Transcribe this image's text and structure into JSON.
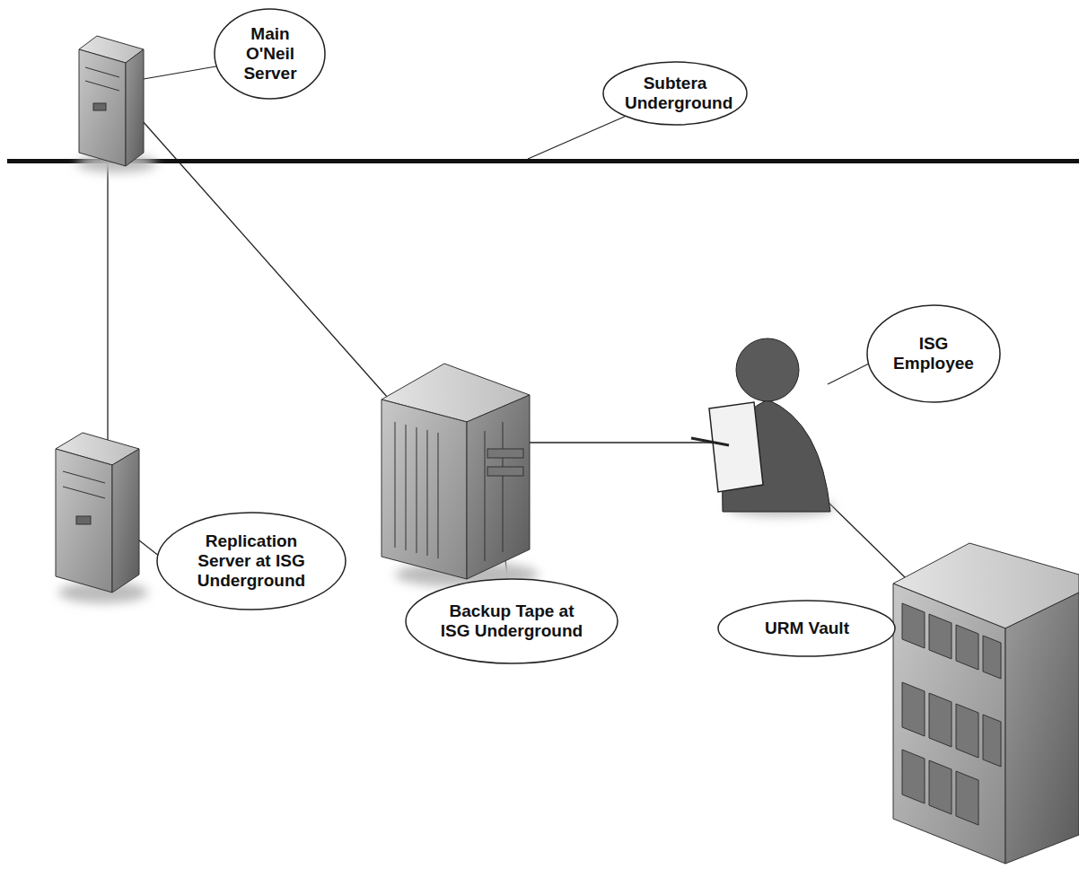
{
  "diagram": {
    "nodes": [
      {
        "text": [
          "Main O'Neil Server"
        ]
      },
      {
        "text": [
          "Subtera Underground"
        ]
      },
      {
        "text": [
          "Replication Server at ISG Underground"
        ]
      },
      {
        "text": [
          "Backup Tape at ISG Underground"
        ]
      },
      {
        "text": [
          "ISG Employee"
        ]
      },
      {
        "text": [
          "URM Vault"
        ]
      }
    ]
  }
}
